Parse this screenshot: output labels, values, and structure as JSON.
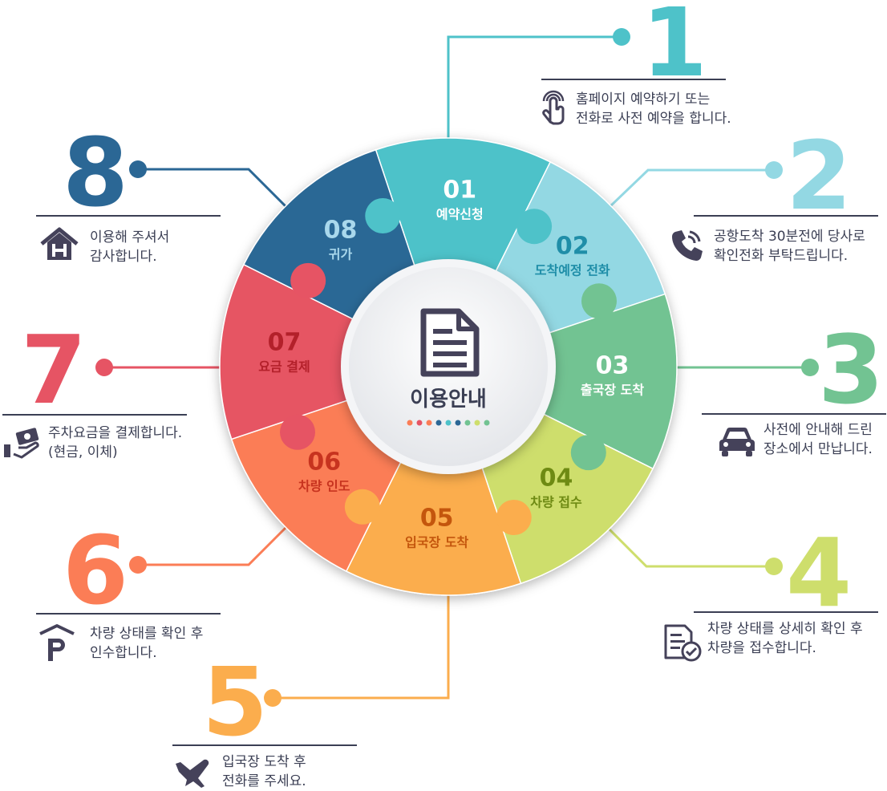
{
  "center": {
    "title": "이용안내"
  },
  "colors": {
    "s1": "#4ec2c9",
    "s2": "#93d8e3",
    "s3": "#72c392",
    "s4": "#cede6c",
    "s5": "#fbad4d",
    "s6": "#fb7d56",
    "s7": "#e65464",
    "s8": "#2b6795",
    "text": "#3b3f54",
    "dots": [
      "#fb7d56",
      "#e65464",
      "#fb7d56",
      "#2b6795",
      "#4ec2c9",
      "#2b6795",
      "#72c392",
      "#cede6c",
      "#72c392"
    ]
  },
  "segments": [
    {
      "num": "01",
      "label": "예약신청"
    },
    {
      "num": "02",
      "label": "도착예정 전화"
    },
    {
      "num": "03",
      "label": "출국장 도착"
    },
    {
      "num": "04",
      "label": "차량 접수"
    },
    {
      "num": "05",
      "label": "입국장 도착"
    },
    {
      "num": "06",
      "label": "차량 인도"
    },
    {
      "num": "07",
      "label": "요금 결제"
    },
    {
      "num": "08",
      "label": "귀가"
    }
  ],
  "steps": [
    {
      "num": "1",
      "line1": "홈페이지 예약하기 또는",
      "line2": "전화로 사전 예약을 합니다.",
      "icon": "touch-icon"
    },
    {
      "num": "2",
      "line1": "공항도착 30분전에 당사로",
      "line2": "확인전화 부탁드립니다.",
      "icon": "phone-icon"
    },
    {
      "num": "3",
      "line1": "사전에 안내해 드린",
      "line2": "장소에서 만납니다.",
      "icon": "car-icon"
    },
    {
      "num": "4",
      "line1": "차량 상태를 상세히 확인 후",
      "line2": "차량을 접수합니다.",
      "icon": "checklist-icon"
    },
    {
      "num": "5",
      "line1": "입국장 도착 후",
      "line2": "전화를 주세요.",
      "icon": "airplane-icon"
    },
    {
      "num": "6",
      "line1": "차량 상태를 확인 후",
      "line2": "인수합니다.",
      "icon": "parking-icon"
    },
    {
      "num": "7",
      "line1": "주차요금을 결제합니다.",
      "line2": "(현금, 이체)",
      "icon": "cash-icon"
    },
    {
      "num": "8",
      "line1": "이용해 주셔서",
      "line2": "감사합니다.",
      "icon": "home-icon"
    }
  ]
}
